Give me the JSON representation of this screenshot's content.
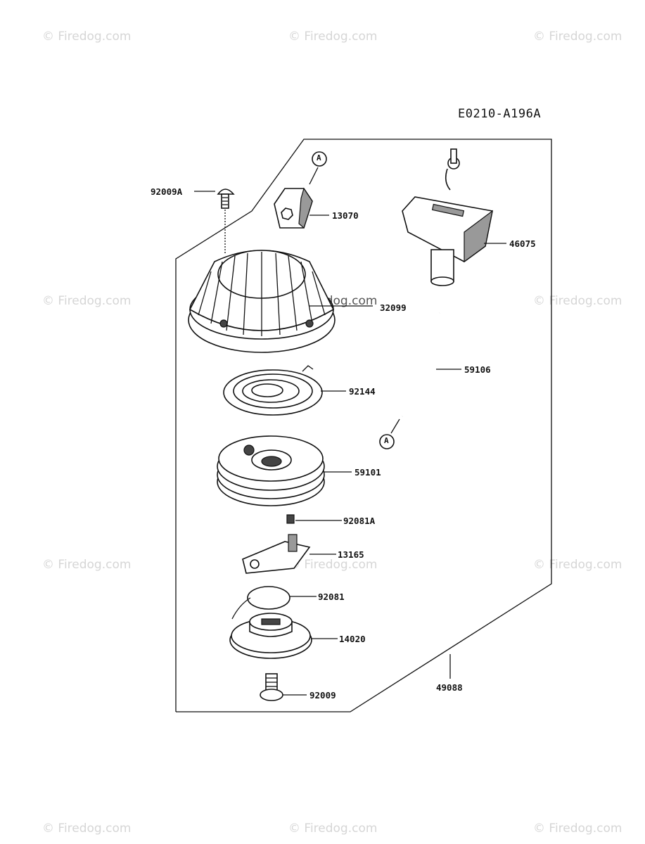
{
  "watermark": "© Firedog.com",
  "diagram_code": "E0210-A196A",
  "callouts": {
    "p92009A": "92009A",
    "p13070": "13070",
    "p46075": "46075",
    "p32099": "32099",
    "p59106": "59106",
    "p92144": "92144",
    "p59101": "59101",
    "p92081A": "92081A",
    "p13165": "13165",
    "p92081": "92081",
    "p14020": "14020",
    "p92009": "92009",
    "p49088": "49088"
  },
  "markers": {
    "a_top": "A",
    "a_bottom": "A"
  },
  "icons": [
    "copyright-icon"
  ]
}
